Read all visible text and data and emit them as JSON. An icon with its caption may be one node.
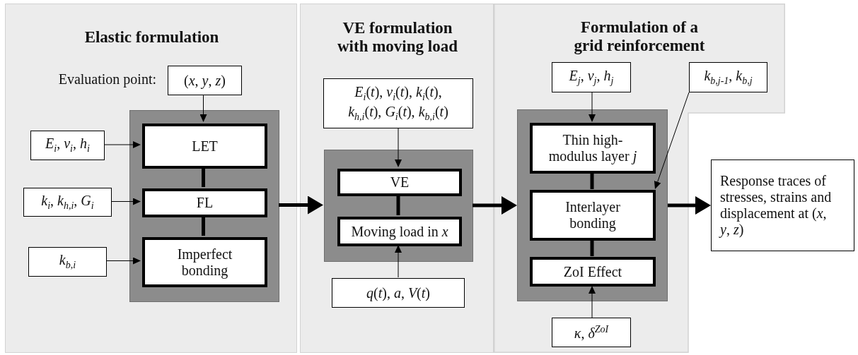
{
  "diagram": {
    "nodes": [
      {
        "text": [
          "Elastic formulation"
        ]
      },
      {
        "text": [
          "(*x*, *y*, *z*)"
        ],
        "in": 0,
        "beside": [
          "Evaluation point:"
        ]
      },
      {
        "text": [],
        "shape": "box",
        "in": 0
      },
      {
        "text": [
          "LET"
        ],
        "in": 2
      },
      {
        "text": [
          "FL"
        ],
        "in": 2
      },
      {
        "text": [
          "Imperfect bonding"
        ],
        "in": 2
      },
      {
        "text": [
          "*E*$_{i}$, *v*$_{i}$, *h*$_{i}$"
        ],
        "in": 0
      },
      {
        "text": [
          "*k*$_{i}$, *k*$_{h,i}$, *G*$_{i}$"
        ],
        "in": 0
      },
      {
        "text": [
          "*k*$_{b,i}$"
        ],
        "in": 0
      },
      {
        "text": [
          "VE formulation with moving load"
        ]
      },
      {
        "text": [
          "*E*$_{i}$(*t*), *v*$_{i}$(*t*), *k*$_{i}$(*t*), *k*$_{h,i}$(*t*), *G*$_{i}$(*t*), *k*$_{b,i}$(*t*)"
        ],
        "in": 9
      },
      {
        "text": [],
        "shape": "box",
        "in": 9
      },
      {
        "text": [
          "VE"
        ],
        "in": 11
      },
      {
        "text": [
          "Moving load in *x*"
        ],
        "in": 11
      },
      {
        "text": [
          "*q*(*t*), *a*, *V*(*t*)"
        ],
        "in": 9
      },
      {
        "text": [
          "Formulation of a grid reinforcement"
        ]
      },
      {
        "text": [
          "*E*$_{j}$, *v*$_{j}$, *h*$_{j}$"
        ],
        "in": 15
      },
      {
        "text": [
          "*k*$_{b,j-1}$, *k*$_{b,j}$"
        ],
        "in": 15
      },
      {
        "text": [],
        "shape": "box",
        "in": 15
      },
      {
        "text": [
          "Thin high-modulus layer *j*"
        ],
        "in": 18
      },
      {
        "text": [
          "Interlayer bonding"
        ],
        "in": 18
      },
      {
        "text": [
          "ZoI Effect"
        ],
        "in": 18
      },
      {
        "text": [
          "*κ*, *δ*$^{ZoI}$"
        ],
        "in": 15
      },
      {
        "text": [
          "Response traces of stresses, strains and displacement at (*x*, *y*, *z*)"
        ]
      }
    ],
    "edges": [
      {
        "from": 1,
        "to": 3,
        "arrow": "to"
      },
      {
        "from": 6,
        "to": 3,
        "arrow": "to"
      },
      {
        "from": 7,
        "to": 4,
        "arrow": "to"
      },
      {
        "from": 8,
        "to": 5,
        "arrow": "to"
      },
      {
        "from": 3,
        "to": 4,
        "arrow": "none",
        "style": "thick"
      },
      {
        "from": 4,
        "to": 5,
        "arrow": "none",
        "style": "thick"
      },
      {
        "from": 2,
        "to": 11,
        "arrow": "to",
        "style": "thick"
      },
      {
        "from": 10,
        "to": 12,
        "arrow": "to"
      },
      {
        "from": 12,
        "to": 13,
        "arrow": "none",
        "style": "thick"
      },
      {
        "from": 14,
        "to": 13,
        "arrow": "to"
      },
      {
        "from": 11,
        "to": 18,
        "arrow": "to",
        "style": "thick"
      },
      {
        "from": 16,
        "to": 19,
        "arrow": "to"
      },
      {
        "from": 17,
        "to": 20,
        "arrow": "to"
      },
      {
        "from": 19,
        "to": 20,
        "arrow": "none",
        "style": "thick"
      },
      {
        "from": 20,
        "to": 21,
        "arrow": "none",
        "style": "thick"
      },
      {
        "from": 22,
        "to": 21,
        "arrow": "to"
      },
      {
        "from": 18,
        "to": 23,
        "arrow": "to",
        "style": "thick"
      }
    ]
  }
}
